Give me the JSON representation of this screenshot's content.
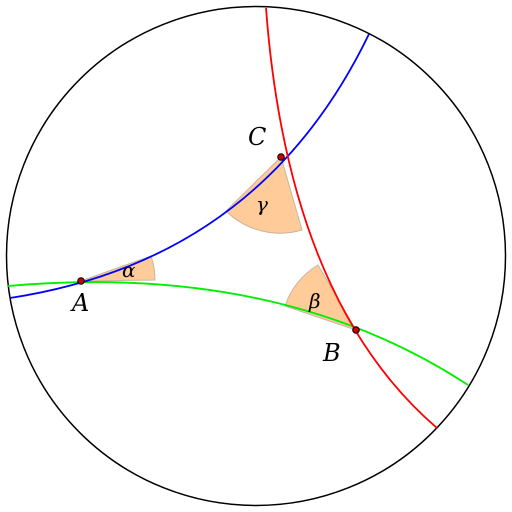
{
  "colors": {
    "disk_boundary": "#000000",
    "line_ab": "#00ee00",
    "line_ac": "#0000ff",
    "line_bc": "#ff0000",
    "angle_fill": "#ffcc99",
    "angle_stroke": "#c8b4a0",
    "vertex_fill": "#cc0000"
  },
  "vertices": {
    "A": {
      "label": "A"
    },
    "B": {
      "label": "B"
    },
    "C": {
      "label": "C"
    }
  },
  "angles": {
    "alpha": {
      "label": "α"
    },
    "beta": {
      "label": "β"
    },
    "gamma": {
      "label": "γ"
    }
  }
}
